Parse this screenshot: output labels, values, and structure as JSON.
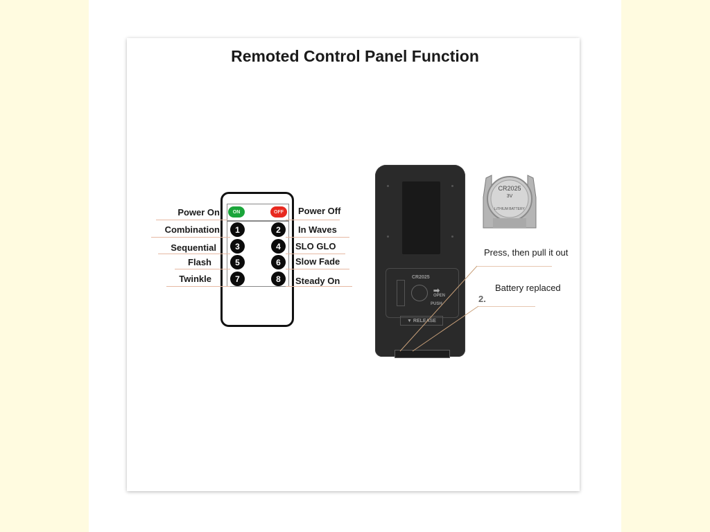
{
  "title": "Remoted Control Panel Function",
  "remote": {
    "on_label": "ON",
    "off_label": "OFF",
    "left_functions": [
      {
        "label": "Power On"
      },
      {
        "label": "Combination"
      },
      {
        "label": "Sequential"
      },
      {
        "label": "Flash"
      },
      {
        "label": "Twinkle"
      }
    ],
    "right_functions": [
      {
        "label": "Power Off"
      },
      {
        "label": "In Waves"
      },
      {
        "label": "SLO GLO"
      },
      {
        "label": "Slow Fade"
      },
      {
        "label": "Steady On"
      }
    ],
    "buttons": [
      "1",
      "2",
      "3",
      "4",
      "5",
      "6",
      "7",
      "8"
    ],
    "on_color": "#1aa53a",
    "off_color": "#e8291f"
  },
  "battery_photo": {
    "door_model": "CR2025",
    "door_open": "OPEN",
    "door_push": "PUSH",
    "release_label": "▼ RELEASE",
    "coin_model": "CR2025",
    "coin_volt": "3V",
    "coin_brand": "LiTHIUM BATTERY"
  },
  "captions": {
    "step1": "Press, then pull it out",
    "step2_num": "2.",
    "step2": "Battery replaced"
  }
}
